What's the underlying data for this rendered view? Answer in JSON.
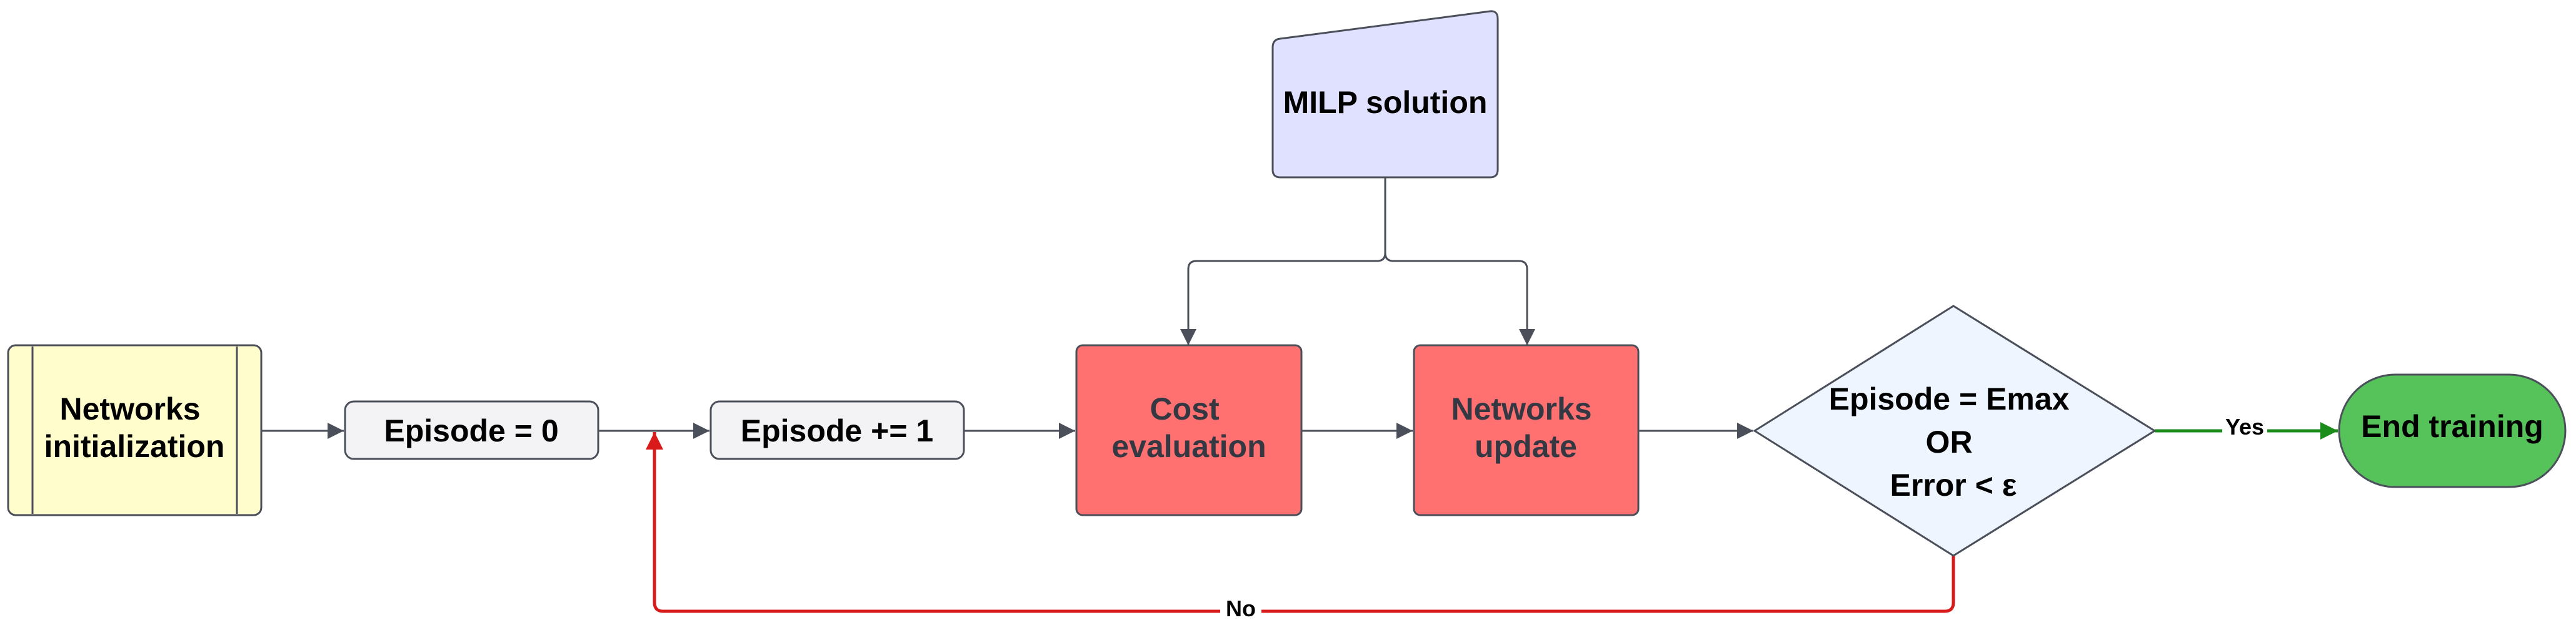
{
  "diagram": {
    "nodes": {
      "networks_init": {
        "lines": [
          "Networks",
          "initialization"
        ],
        "fill": "#FFFDCC"
      },
      "episode_zero": {
        "lines": [
          "Episode = 0"
        ],
        "fill": "#F3F3F5"
      },
      "episode_increment": {
        "lines": [
          "Episode += 1"
        ],
        "fill": "#F3F3F5"
      },
      "cost_evaluation": {
        "lines": [
          "Cost",
          "evaluation"
        ],
        "fill": "#FF7070"
      },
      "networks_update": {
        "lines": [
          "Networks",
          "update"
        ],
        "fill": "#FF7070"
      },
      "milp_solution": {
        "lines": [
          "MILP solution"
        ],
        "fill": "#E0E0FF"
      },
      "decision": {
        "lines": [
          "Episode = Emax",
          "OR",
          "Error < ε"
        ],
        "fill": "#EEF5FF"
      },
      "end_training": {
        "lines": [
          "End training"
        ],
        "fill": "#56C25A"
      }
    },
    "edges": {
      "yes_label": "Yes",
      "no_label": "No"
    },
    "colors": {
      "stroke": "#4A4F5A",
      "yes_edge": "#1A8C1A",
      "no_edge": "#D91A1A",
      "text": "#000000",
      "dark_text": "#333843"
    }
  }
}
